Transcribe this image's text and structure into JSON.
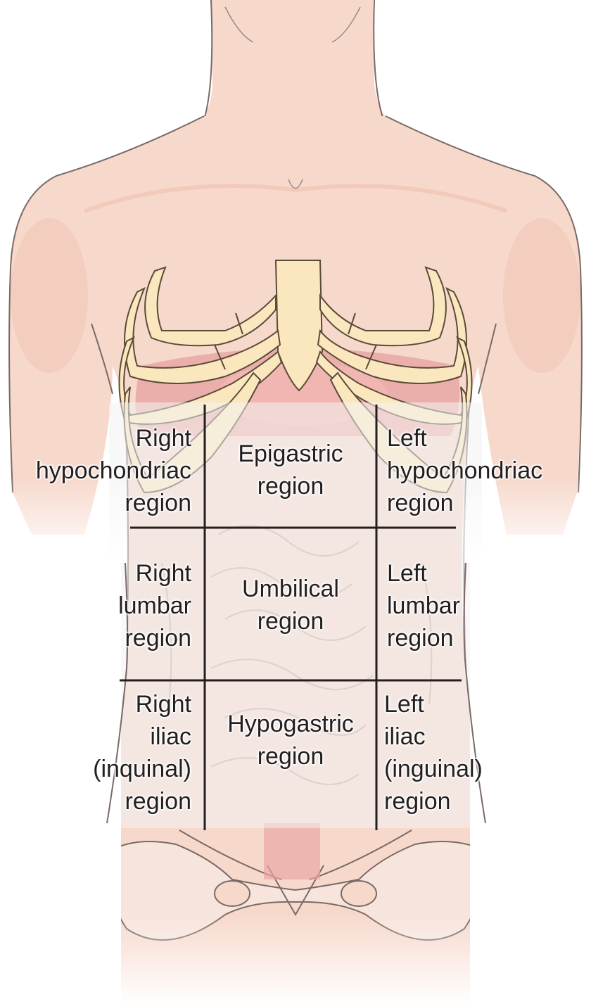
{
  "colors": {
    "skin": "#f7d9cc",
    "skin_shadow": "#eebfae",
    "outline": "#7a6a66",
    "rib": "#fbe7bd",
    "rib_outline": "#5a4a3a",
    "organ": "#e8a7a4",
    "grid_line": "#231f20",
    "region_overlay": "#f3f3f3"
  },
  "regions": [
    {
      "id": "right-hypochondriac",
      "lines": [
        "Right",
        "hypochondriac",
        "region"
      ]
    },
    {
      "id": "epigastric",
      "lines": [
        "Epigastric",
        "region"
      ]
    },
    {
      "id": "left-hypochondriac",
      "lines": [
        "Left",
        "hypochondriac",
        "region"
      ]
    },
    {
      "id": "right-lumbar",
      "lines": [
        "Right",
        "lumbar",
        "region"
      ]
    },
    {
      "id": "umbilical",
      "lines": [
        "Umbilical",
        "region"
      ]
    },
    {
      "id": "left-lumbar",
      "lines": [
        "Left",
        "lumbar",
        "region"
      ]
    },
    {
      "id": "right-iliac",
      "lines": [
        "Right",
        "iliac",
        "(inquinal)",
        "region"
      ]
    },
    {
      "id": "hypogastric",
      "lines": [
        "Hypogastric",
        "region"
      ]
    },
    {
      "id": "left-iliac",
      "lines": [
        "Left",
        "iliac",
        "(inguinal)",
        "region"
      ]
    }
  ]
}
